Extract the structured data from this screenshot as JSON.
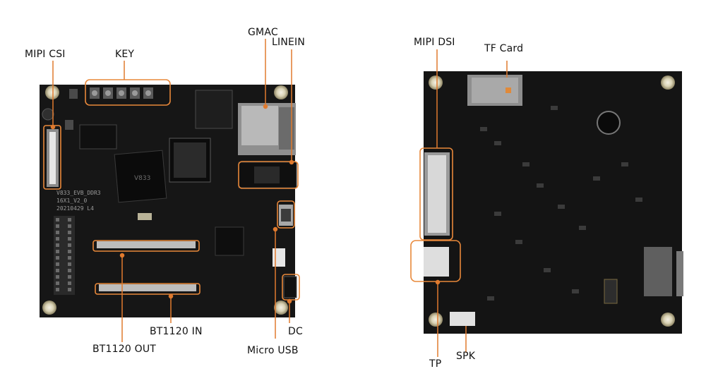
{
  "labels": {
    "mipi_csi": "MIPI CSI",
    "key": "KEY",
    "gmac": "GMAC",
    "linein": "LINEIN",
    "bt1120_in": "BT1120 IN",
    "bt1120_out": "BT1120  OUT",
    "dc": "DC",
    "micro_usb": "Micro USB",
    "mipi_dsi": "MIPI DSI",
    "tf_card": "TF Card",
    "tp": "TP",
    "spk": "SPK"
  },
  "board_silkscreen": {
    "model_line1": "V833_EVB_DDR3",
    "model_line2": "16X1_V2_0",
    "model_line3": "20210429 L4",
    "chip": "V833"
  },
  "colors": {
    "callout": "#e8883a",
    "leader": "#e07a2e",
    "pcb": "#151515",
    "background": "#ffffff"
  }
}
